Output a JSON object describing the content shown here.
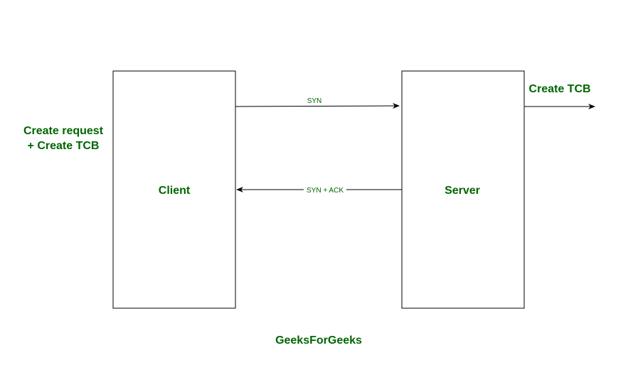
{
  "colors": {
    "label_green": "#006600",
    "line": "#000000",
    "box_fill": "#ffffff"
  },
  "nodes": {
    "client": "Client",
    "server": "Server"
  },
  "edges": {
    "syn": "SYN",
    "syn_ack": "SYN + ACK"
  },
  "annotations": {
    "client_note_line1": "Create request",
    "client_note_line2": "+ Create TCB",
    "server_note": "Create TCB"
  },
  "footer": "GeeksForGeeks"
}
